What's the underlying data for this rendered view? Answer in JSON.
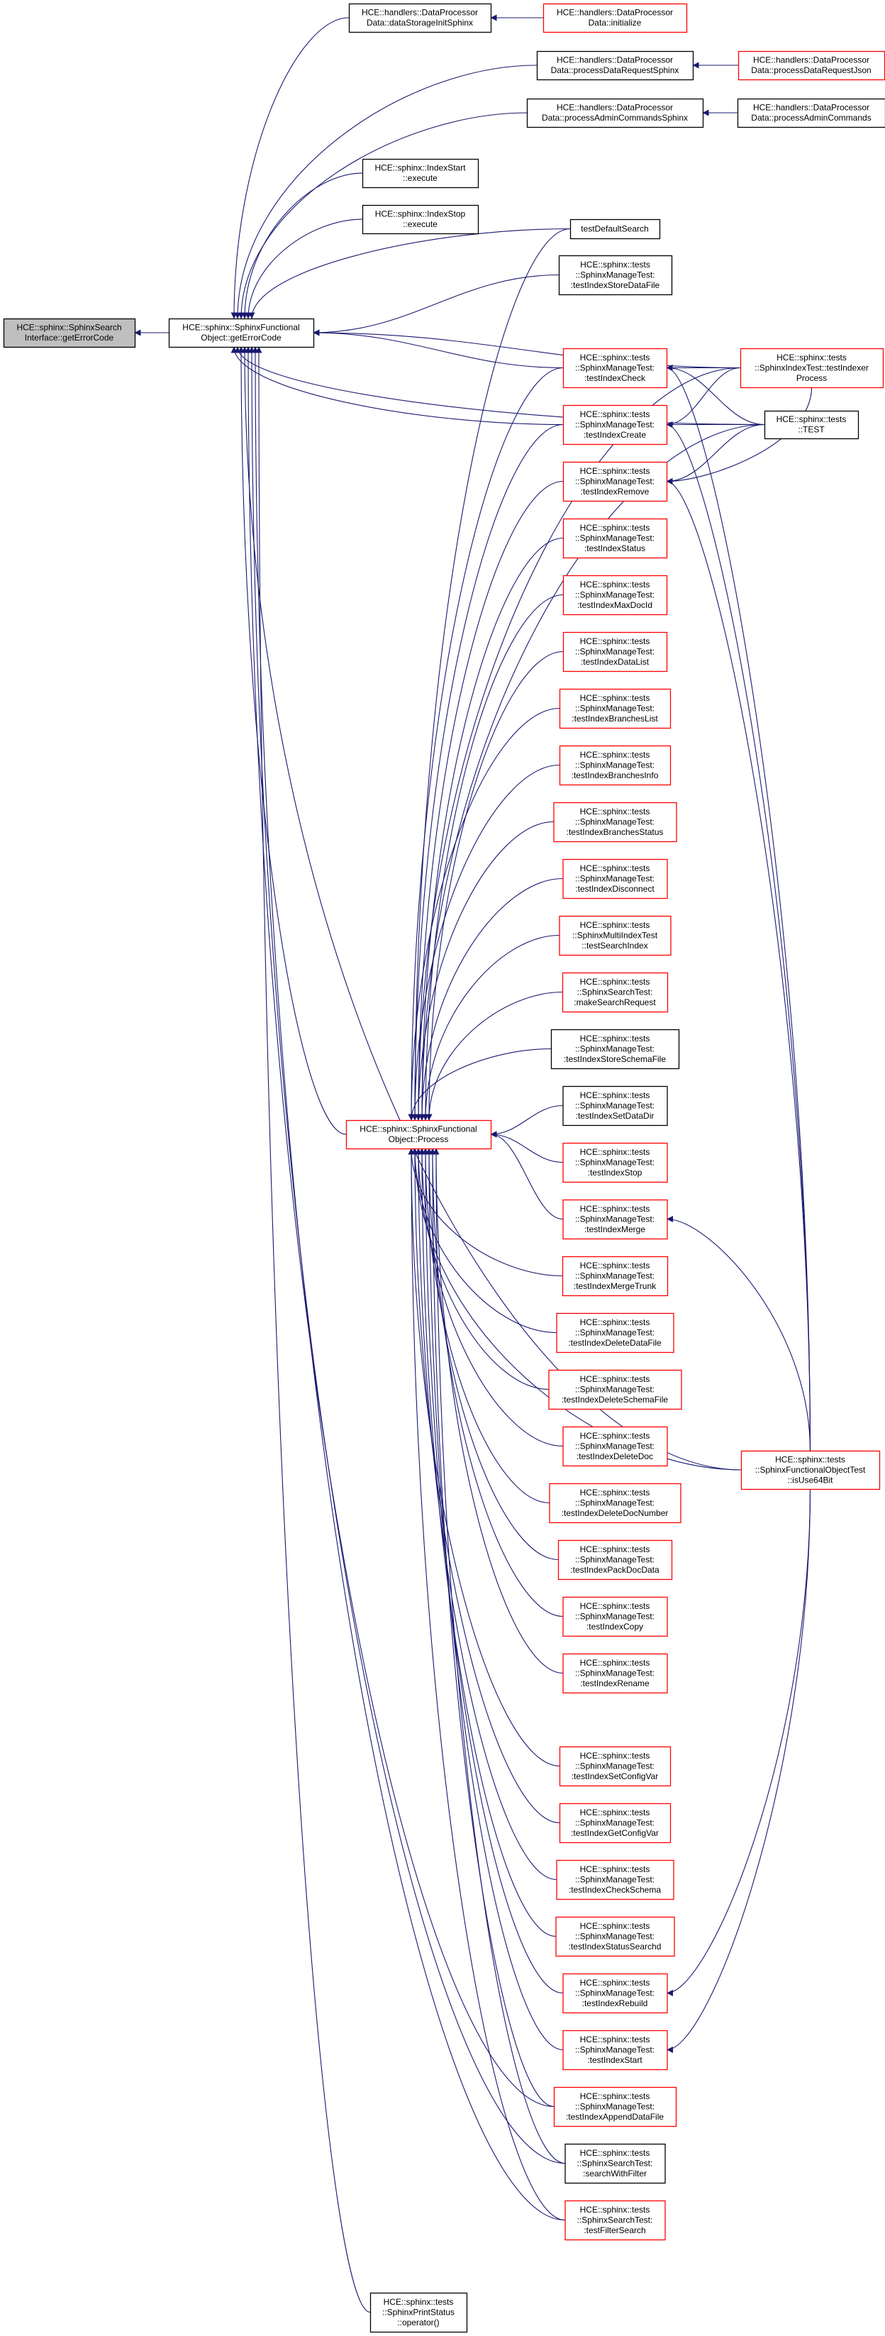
{
  "title": "HCE::sphinx::SphinxSearchInterface::getErrorCode caller graph",
  "colors": {
    "edge": "#191970",
    "root_fill": "#bfbfbf",
    "red_border": "#ff0000",
    "black_border": "#000000"
  },
  "nodes": [
    {
      "id": "root",
      "style": "root",
      "lines": [
        "HCE::sphinx::SphinxSearch",
        "Interface::getErrorCode"
      ]
    },
    {
      "id": "ge",
      "style": "black",
      "lines": [
        "HCE::sphinx::SphinxFunctional",
        "Object::getErrorCode"
      ]
    },
    {
      "id": "dsis",
      "style": "black",
      "lines": [
        "HCE::handlers::DataProcessor",
        "Data::dataStorageInitSphinx"
      ]
    },
    {
      "id": "init",
      "style": "red",
      "lines": [
        "HCE::handlers::DataProcessor",
        "Data::initialize"
      ]
    },
    {
      "id": "pdrs",
      "style": "black",
      "lines": [
        "HCE::handlers::DataProcessor",
        "Data::processDataRequestSphinx"
      ]
    },
    {
      "id": "pdrj",
      "style": "red",
      "lines": [
        "HCE::handlers::DataProcessor",
        "Data::processDataRequestJson"
      ]
    },
    {
      "id": "pacs",
      "style": "black",
      "lines": [
        "HCE::handlers::DataProcessor",
        "Data::processAdminCommandsSphinx"
      ]
    },
    {
      "id": "pac",
      "style": "black",
      "lines": [
        "HCE::handlers::DataProcessor",
        "Data::processAdminCommands"
      ]
    },
    {
      "id": "istart",
      "style": "black",
      "lines": [
        "HCE::sphinx::IndexStart",
        "::execute"
      ]
    },
    {
      "id": "istop",
      "style": "black",
      "lines": [
        "HCE::sphinx::IndexStop",
        "::execute"
      ]
    },
    {
      "id": "tds",
      "style": "black",
      "lines": [
        "testDefaultSearch"
      ]
    },
    {
      "id": "tisdf",
      "style": "black",
      "lines": [
        "HCE::sphinx::tests",
        "::SphinxManageTest:",
        ":testIndexStoreDataFile"
      ]
    },
    {
      "id": "check",
      "style": "red",
      "lines": [
        "HCE::sphinx::tests",
        "::SphinxManageTest:",
        ":testIndexCheck"
      ]
    },
    {
      "id": "tip",
      "style": "red",
      "lines": [
        "HCE::sphinx::tests",
        "::SphinxIndexTest::testIndexer",
        "Process"
      ]
    },
    {
      "id": "create",
      "style": "red",
      "lines": [
        "HCE::sphinx::tests",
        "::SphinxManageTest:",
        ":testIndexCreate"
      ]
    },
    {
      "id": "test",
      "style": "black",
      "lines": [
        "HCE::sphinx::tests",
        "::TEST"
      ]
    },
    {
      "id": "remove",
      "style": "red",
      "lines": [
        "HCE::sphinx::tests",
        "::SphinxManageTest:",
        ":testIndexRemove"
      ]
    },
    {
      "id": "status",
      "style": "red",
      "lines": [
        "HCE::sphinx::tests",
        "::SphinxManageTest:",
        ":testIndexStatus"
      ]
    },
    {
      "id": "maxdocid",
      "style": "red",
      "lines": [
        "HCE::sphinx::tests",
        "::SphinxManageTest:",
        ":testIndexMaxDocId"
      ]
    },
    {
      "id": "datalist",
      "style": "red",
      "lines": [
        "HCE::sphinx::tests",
        "::SphinxManageTest:",
        ":testIndexDataList"
      ]
    },
    {
      "id": "blist",
      "style": "red",
      "lines": [
        "HCE::sphinx::tests",
        "::SphinxManageTest:",
        ":testIndexBranchesList"
      ]
    },
    {
      "id": "binfo",
      "style": "red",
      "lines": [
        "HCE::sphinx::tests",
        "::SphinxManageTest:",
        ":testIndexBranchesInfo"
      ]
    },
    {
      "id": "bstatus",
      "style": "red",
      "lines": [
        "HCE::sphinx::tests",
        "::SphinxManageTest:",
        ":testIndexBranchesStatus"
      ]
    },
    {
      "id": "disconnect",
      "style": "red",
      "lines": [
        "HCE::sphinx::tests",
        "::SphinxManageTest:",
        ":testIndexDisconnect"
      ]
    },
    {
      "id": "searchindex",
      "style": "red",
      "lines": [
        "HCE::sphinx::tests",
        "::SphinxMultiIndexTest",
        "::testSearchIndex"
      ]
    },
    {
      "id": "makesearch",
      "style": "red",
      "lines": [
        "HCE::sphinx::tests",
        "::SphinxSearchTest:",
        ":makeSearchRequest"
      ]
    },
    {
      "id": "storeschema",
      "style": "black",
      "lines": [
        "HCE::sphinx::tests",
        "::SphinxManageTest:",
        ":testIndexStoreSchemaFile"
      ]
    },
    {
      "id": "setdatadir",
      "style": "black",
      "lines": [
        "HCE::sphinx::tests",
        "::SphinxManageTest:",
        ":testIndexSetDataDir"
      ]
    },
    {
      "id": "process",
      "style": "red",
      "lines": [
        "HCE::sphinx::SphinxFunctional",
        "Object::Process"
      ]
    },
    {
      "id": "stop",
      "style": "red",
      "lines": [
        "HCE::sphinx::tests",
        "::SphinxManageTest:",
        ":testIndexStop"
      ]
    },
    {
      "id": "merge",
      "style": "red",
      "lines": [
        "HCE::sphinx::tests",
        "::SphinxManageTest:",
        ":testIndexMerge"
      ]
    },
    {
      "id": "mergetrunk",
      "style": "red",
      "lines": [
        "HCE::sphinx::tests",
        "::SphinxManageTest:",
        ":testIndexMergeTrunk"
      ]
    },
    {
      "id": "deldatafile",
      "style": "red",
      "lines": [
        "HCE::sphinx::tests",
        "::SphinxManageTest:",
        ":testIndexDeleteDataFile"
      ]
    },
    {
      "id": "delschemafile",
      "style": "red",
      "lines": [
        "HCE::sphinx::tests",
        "::SphinxManageTest:",
        ":testIndexDeleteSchemaFile"
      ]
    },
    {
      "id": "deldoc",
      "style": "red",
      "lines": [
        "HCE::sphinx::tests",
        "::SphinxManageTest:",
        ":testIndexDeleteDoc"
      ]
    },
    {
      "id": "deldocnum",
      "style": "red",
      "lines": [
        "HCE::sphinx::tests",
        "::SphinxManageTest:",
        ":testIndexDeleteDocNumber"
      ]
    },
    {
      "id": "isuse64",
      "style": "red",
      "lines": [
        "HCE::sphinx::tests",
        "::SphinxFunctionalObjectTest",
        "::isUse64Bit"
      ]
    },
    {
      "id": "packdoc",
      "style": "red",
      "lines": [
        "HCE::sphinx::tests",
        "::SphinxManageTest:",
        ":testIndexPackDocData"
      ]
    },
    {
      "id": "copy",
      "style": "red",
      "lines": [
        "HCE::sphinx::tests",
        "::SphinxManageTest:",
        ":testIndexCopy"
      ]
    },
    {
      "id": "rename",
      "style": "red",
      "lines": [
        "HCE::sphinx::tests",
        "::SphinxManageTest:",
        ":testIndexRename"
      ]
    },
    {
      "id": "setconfig",
      "style": "red",
      "lines": [
        "HCE::sphinx::tests",
        "::SphinxManageTest:",
        ":testIndexSetConfigVar"
      ]
    },
    {
      "id": "getconfig",
      "style": "red",
      "lines": [
        "HCE::sphinx::tests",
        "::SphinxManageTest:",
        ":testIndexGetConfigVar"
      ]
    },
    {
      "id": "checkschema",
      "style": "red",
      "lines": [
        "HCE::sphinx::tests",
        "::SphinxManageTest:",
        ":testIndexCheckSchema"
      ]
    },
    {
      "id": "statussearchd",
      "style": "red",
      "lines": [
        "HCE::sphinx::tests",
        "::SphinxManageTest:",
        ":testIndexStatusSearchd"
      ]
    },
    {
      "id": "rebuild",
      "style": "red",
      "lines": [
        "HCE::sphinx::tests",
        "::SphinxManageTest:",
        ":testIndexRebuild"
      ]
    },
    {
      "id": "start",
      "style": "red",
      "lines": [
        "HCE::sphinx::tests",
        "::SphinxManageTest:",
        ":testIndexStart"
      ]
    },
    {
      "id": "append",
      "style": "red",
      "lines": [
        "HCE::sphinx::tests",
        "::SphinxManageTest:",
        ":testIndexAppendDataFile"
      ]
    },
    {
      "id": "searchfilter",
      "style": "black",
      "lines": [
        "HCE::sphinx::tests",
        "::SphinxSearchTest:",
        ":searchWithFilter"
      ]
    },
    {
      "id": "filtersearch",
      "style": "red",
      "lines": [
        "HCE::sphinx::tests",
        "::SphinxSearchTest:",
        ":testFilterSearch"
      ]
    },
    {
      "id": "printstatus",
      "style": "black",
      "lines": [
        "HCE::sphinx::tests",
        "::SphinxPrintStatus",
        "::operator()"
      ]
    }
  ],
  "edges": [
    {
      "from": "ge",
      "to": "root"
    },
    {
      "from": "init",
      "to": "dsis"
    },
    {
      "from": "pdrj",
      "to": "pdrs"
    },
    {
      "from": "pac",
      "to": "pacs"
    },
    {
      "from": "dsis",
      "to": "ge"
    },
    {
      "from": "pdrs",
      "to": "ge"
    },
    {
      "from": "pacs",
      "to": "ge"
    },
    {
      "from": "istart",
      "to": "ge"
    },
    {
      "from": "istop",
      "to": "ge"
    },
    {
      "from": "tds",
      "to": "ge"
    },
    {
      "from": "tisdf",
      "to": "ge"
    },
    {
      "from": "check",
      "to": "ge"
    },
    {
      "from": "create",
      "to": "ge"
    },
    {
      "from": "tip",
      "to": "ge"
    },
    {
      "from": "test",
      "to": "ge"
    },
    {
      "from": "process",
      "to": "ge"
    },
    {
      "from": "isuse64",
      "to": "ge"
    },
    {
      "from": "append",
      "to": "ge"
    },
    {
      "from": "searchfilter",
      "to": "ge"
    },
    {
      "from": "filtersearch",
      "to": "ge"
    },
    {
      "from": "printstatus",
      "to": "ge"
    },
    {
      "from": "tip",
      "to": "check"
    },
    {
      "from": "test",
      "to": "check"
    },
    {
      "from": "isuse64",
      "to": "check"
    },
    {
      "from": "tip",
      "to": "create"
    },
    {
      "from": "test",
      "to": "create"
    },
    {
      "from": "isuse64",
      "to": "create"
    },
    {
      "from": "tip",
      "to": "remove"
    },
    {
      "from": "test",
      "to": "remove"
    },
    {
      "from": "isuse64",
      "to": "remove"
    },
    {
      "from": "isuse64",
      "to": "merge"
    },
    {
      "from": "isuse64",
      "to": "rebuild"
    },
    {
      "from": "isuse64",
      "to": "start"
    },
    {
      "from": "check",
      "to": "process"
    },
    {
      "from": "create",
      "to": "process"
    },
    {
      "from": "remove",
      "to": "process"
    },
    {
      "from": "status",
      "to": "process"
    },
    {
      "from": "maxdocid",
      "to": "process"
    },
    {
      "from": "datalist",
      "to": "process"
    },
    {
      "from": "blist",
      "to": "process"
    },
    {
      "from": "binfo",
      "to": "process"
    },
    {
      "from": "bstatus",
      "to": "process"
    },
    {
      "from": "disconnect",
      "to": "process"
    },
    {
      "from": "searchindex",
      "to": "process"
    },
    {
      "from": "makesearch",
      "to": "process"
    },
    {
      "from": "storeschema",
      "to": "process"
    },
    {
      "from": "setdatadir",
      "to": "process"
    },
    {
      "from": "stop",
      "to": "process"
    },
    {
      "from": "merge",
      "to": "process"
    },
    {
      "from": "mergetrunk",
      "to": "process"
    },
    {
      "from": "deldatafile",
      "to": "process"
    },
    {
      "from": "delschemafile",
      "to": "process"
    },
    {
      "from": "deldoc",
      "to": "process"
    },
    {
      "from": "deldocnum",
      "to": "process"
    },
    {
      "from": "packdoc",
      "to": "process"
    },
    {
      "from": "copy",
      "to": "process"
    },
    {
      "from": "rename",
      "to": "process"
    },
    {
      "from": "setconfig",
      "to": "process"
    },
    {
      "from": "getconfig",
      "to": "process"
    },
    {
      "from": "checkschema",
      "to": "process"
    },
    {
      "from": "statussearchd",
      "to": "process"
    },
    {
      "from": "rebuild",
      "to": "process"
    },
    {
      "from": "start",
      "to": "process"
    },
    {
      "from": "append",
      "to": "process"
    },
    {
      "from": "searchfilter",
      "to": "process"
    },
    {
      "from": "filtersearch",
      "to": "process"
    },
    {
      "from": "isuse64",
      "to": "process"
    },
    {
      "from": "tds",
      "to": "process"
    },
    {
      "from": "tip",
      "to": "process"
    },
    {
      "from": "test",
      "to": "process"
    }
  ]
}
